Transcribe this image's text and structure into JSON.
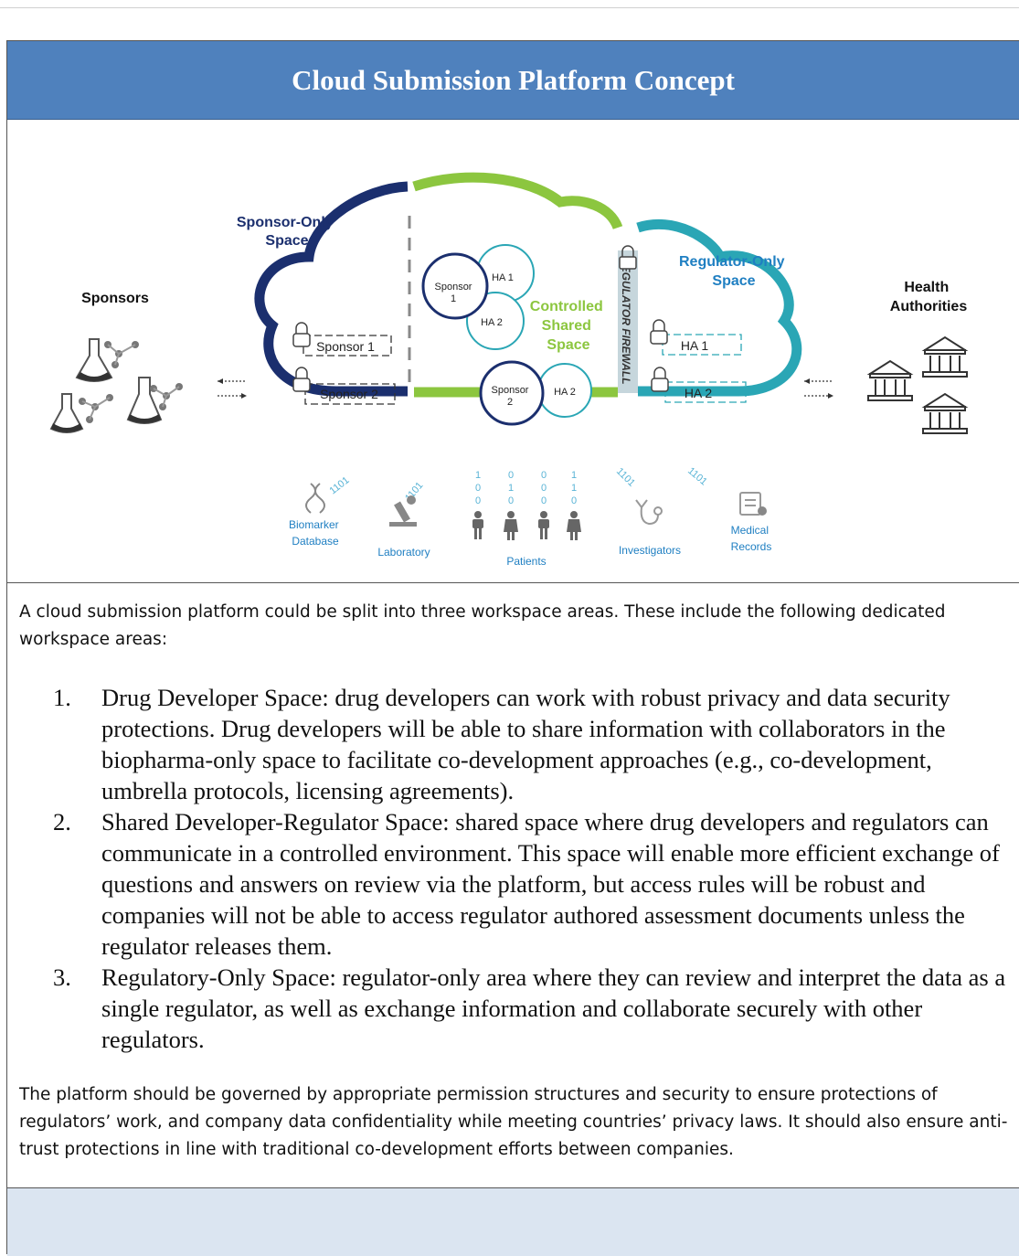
{
  "header": {
    "title": "Cloud Submission Platform Concept"
  },
  "diagram": {
    "sponsors_label": "Sponsors",
    "health_authorities_label": [
      "Health",
      "Authorities"
    ],
    "sponsor_only_space": [
      "Sponsor-Only",
      "Space"
    ],
    "regulator_only_space": [
      "Regulator-Only",
      "Space"
    ],
    "controlled_shared_space": [
      "Controlled",
      "Shared",
      "Space"
    ],
    "regulator_firewall": "REGULATOR FIREWALL",
    "sponsor_boxes": [
      "Sponsor 1",
      "Sponsor 2"
    ],
    "ha_boxes": [
      "HA 1",
      "HA 2"
    ],
    "shared_circles": {
      "sponsor1": [
        "Sponsor",
        "1"
      ],
      "ha1": "HA 1",
      "ha2a": "HA 2",
      "sponsor2": [
        "Sponsor",
        "2"
      ],
      "ha2b": "HA 2"
    },
    "sources": {
      "biomarker": [
        "Biomarker",
        "Database"
      ],
      "laboratory": "Laboratory",
      "patients": "Patients",
      "investigators": "Investigators",
      "medical_records": [
        "Medical",
        "Records"
      ]
    },
    "binary_text": "1101",
    "binary_columns": [
      [
        "1",
        "0",
        "0"
      ],
      [
        "0",
        "1",
        "0"
      ],
      [
        "0",
        "0",
        "0"
      ],
      [
        "1",
        "1",
        "0"
      ]
    ],
    "colors": {
      "sponsor_navy": "#1b2f6e",
      "shared_green": "#8cc63f",
      "regulator_teal": "#2aa6b5",
      "label_blue": "#1f5ea8",
      "light_blue": "#5ab4d6",
      "firewall": "#c6d6dc"
    }
  },
  "body": {
    "intro": "A cloud submission platform could be split into three workspace areas.  These include the following dedicated workspace areas:",
    "items": [
      {
        "num": "1.",
        "text": "Drug Developer Space: drug developers can work with robust privacy and data security protections. Drug developers will be able to share information with collaborators in the biopharma-only space to facilitate co-development approaches (e.g., co-development, umbrella protocols, licensing agreements)."
      },
      {
        "num": "2.",
        "text": "Shared Developer-Regulator Space: shared space where drug developers and regulators can communicate in a controlled environment. This space will enable more efficient exchange of questions and answers on review via the platform, but access rules will be robust and companies will not be able to access regulator authored assessment documents unless the regulator releases them."
      },
      {
        "num": "3.",
        "text": "Regulatory-Only Space: regulator-only area where they can review and interpret the data as a single regulator, as well as exchange information and collaborate securely with other regulators."
      }
    ],
    "outro": "The platform should be governed by appropriate permission structures and security to ensure protections of regulators’ work, and company data confidentiality while meeting countries’ privacy laws.  It should also ensure anti-trust protections in line with traditional co-development efforts between companies."
  }
}
